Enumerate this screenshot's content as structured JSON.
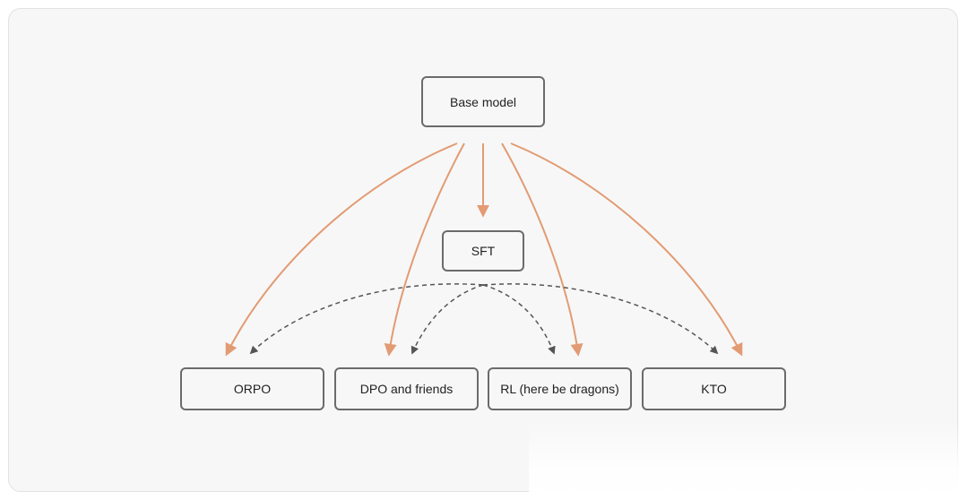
{
  "diagram": {
    "nodes": {
      "base": "Base model",
      "sft": "SFT",
      "orpo": "ORPO",
      "dpo": "DPO and friends",
      "rl": "RL (here be dragons)",
      "kto": "KTO"
    },
    "edges": [
      {
        "from": "Base model",
        "to": "ORPO",
        "style": "solid"
      },
      {
        "from": "Base model",
        "to": "DPO and friends",
        "style": "solid"
      },
      {
        "from": "Base model",
        "to": "SFT",
        "style": "solid"
      },
      {
        "from": "Base model",
        "to": "RL (here be dragons)",
        "style": "solid"
      },
      {
        "from": "Base model",
        "to": "KTO",
        "style": "solid"
      },
      {
        "from": "SFT",
        "to": "ORPO",
        "style": "dashed"
      },
      {
        "from": "SFT",
        "to": "DPO and friends",
        "style": "dashed"
      },
      {
        "from": "SFT",
        "to": "RL (here be dragons)",
        "style": "dashed"
      },
      {
        "from": "SFT",
        "to": "KTO",
        "style": "dashed"
      }
    ],
    "colors": {
      "solid_edge": "#e29b73",
      "dashed_edge": "#555555",
      "node_border": "#6b6b6b",
      "background": "#f7f7f7"
    }
  }
}
